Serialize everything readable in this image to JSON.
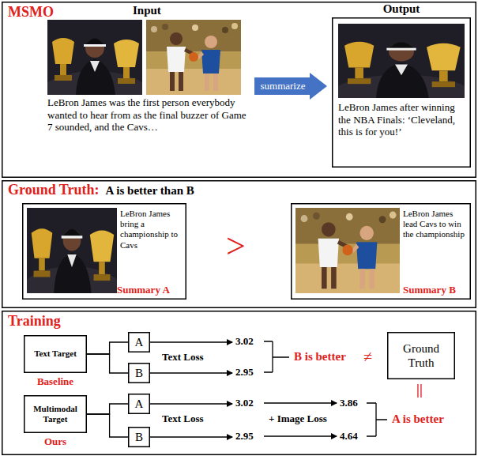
{
  "diagram": {
    "nodes": [
      {
        "text": [
          "MSMO"
        ]
      },
      {
        "text": [
          "summarize"
        ],
        "in": 0
      },
      {
        "text": [
          "Output",
          "LeBron James after winning the NBA Finals: ‘Cleveland, this is for you!’"
        ],
        "in": 0
      },
      {
        "text": [
          "Ground Truth:",
          "A is better than B"
        ]
      },
      {
        "text": [
          "LeBron James bring a championship to Cavs",
          "Summary A"
        ],
        "in": 3
      },
      {
        "text": [
          "LeBron James lead Cavs to win the championship",
          "Summary B"
        ],
        "in": 3
      },
      {
        "text": [
          "Training"
        ]
      },
      {
        "text": [
          "Text Target",
          "Baseline"
        ],
        "in": 6
      },
      {
        "text": [
          "A"
        ],
        "in": 6
      },
      {
        "text": [
          "B"
        ],
        "in": 6
      },
      {
        "text": [
          "Ground Truth"
        ],
        "in": 6
      },
      {
        "text": [
          "Multimodal Target",
          "Ours"
        ],
        "in": 6
      },
      {
        "text": [
          "A"
        ],
        "in": 6
      },
      {
        "text": [
          "B"
        ],
        "in": 6
      }
    ],
    "edges": [
      {
        "from": 7,
        "to": 8,
        "arrow": "none"
      },
      {
        "from": 7,
        "to": 9,
        "arrow": "none"
      },
      {
        "from": 11,
        "to": 12,
        "arrow": "none"
      },
      {
        "from": 11,
        "to": 13,
        "arrow": "none"
      }
    ],
    "labels": [
      "Input",
      "LeBron James was the first person everybody wanted to hear from as the final buzzer of Game 7 sounded, and the Cavs…",
      ">",
      "3.02",
      "Text Loss",
      "2.95",
      "B is better",
      "≠",
      "||",
      "3.02",
      "3.86",
      "Text Loss",
      "+ Image Loss",
      "2.95",
      "4.64",
      "A is better"
    ]
  }
}
